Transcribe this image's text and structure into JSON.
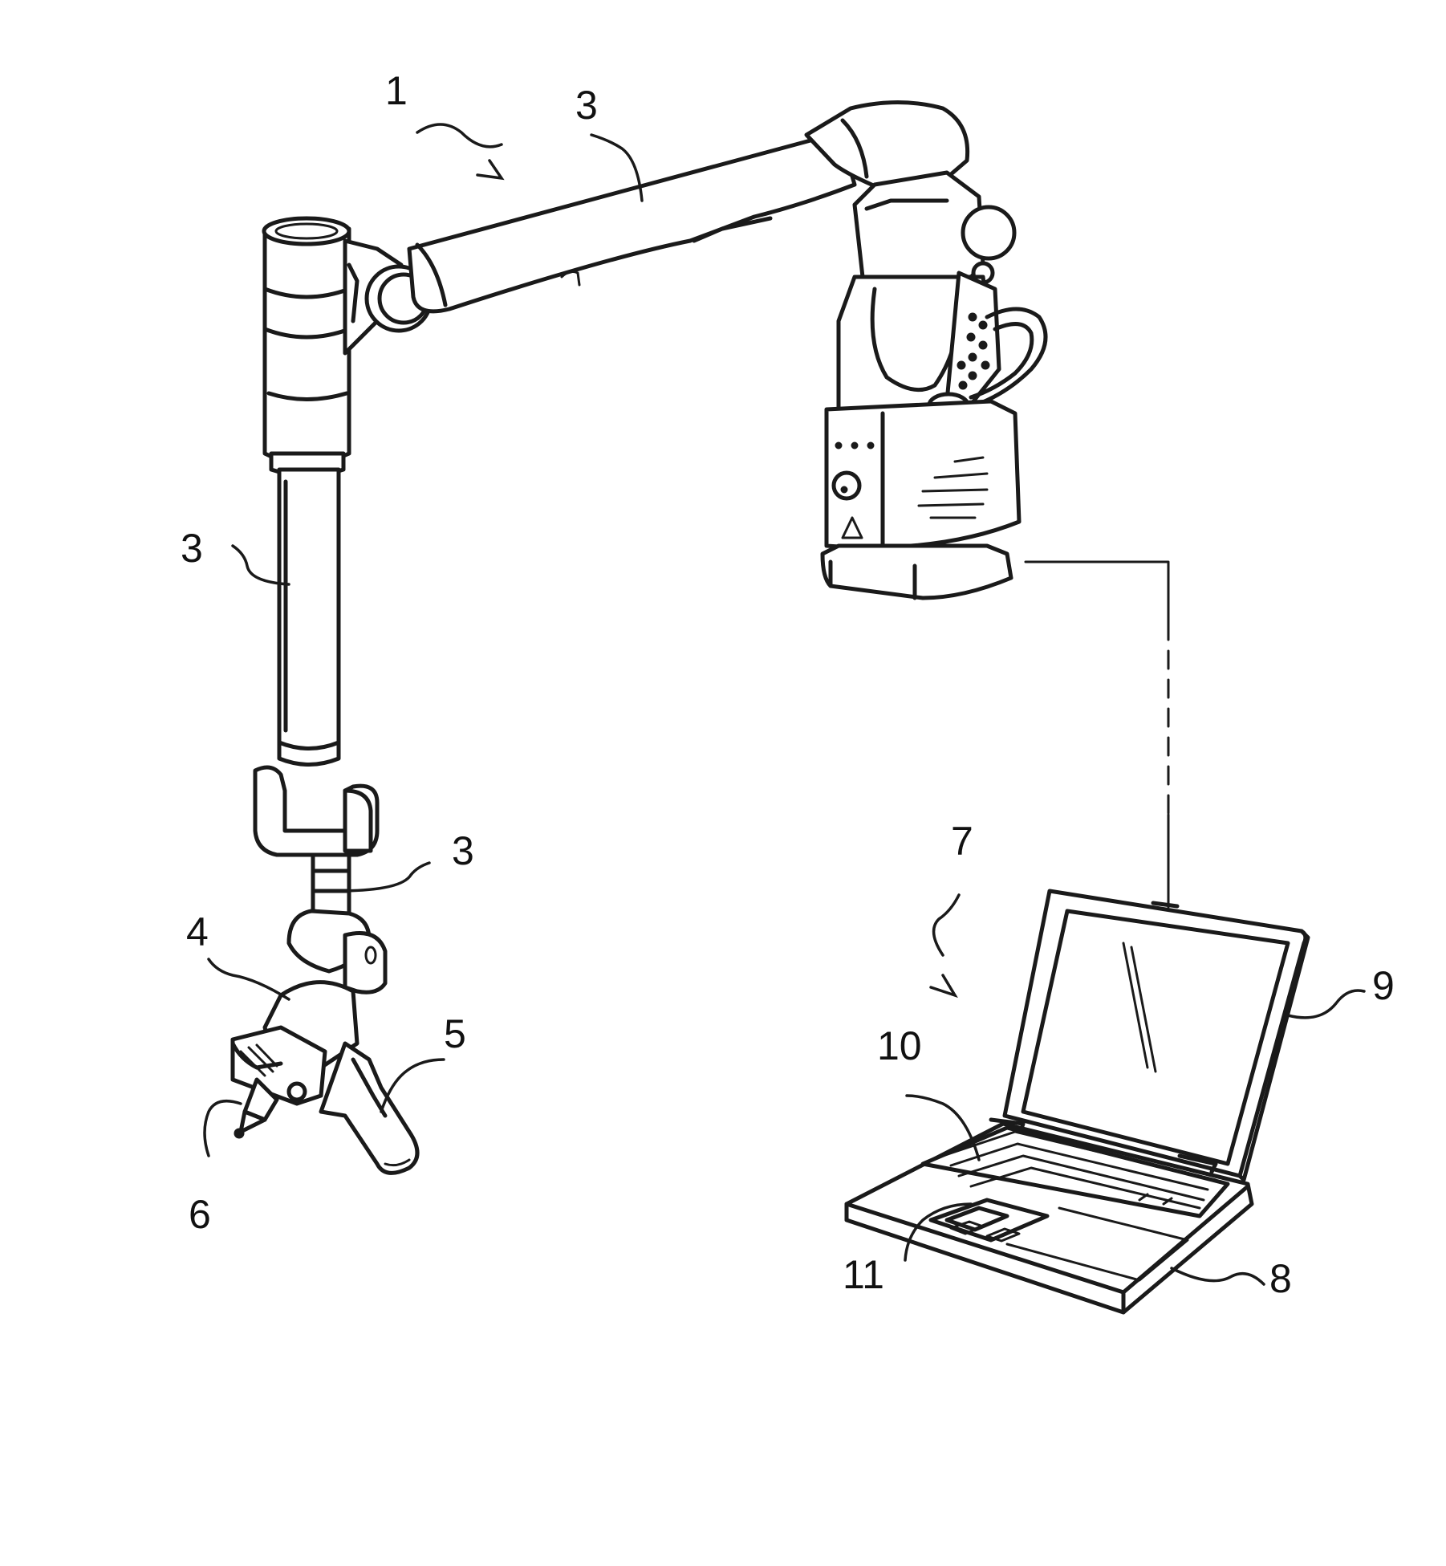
{
  "labels": {
    "arm": "1",
    "segment_upper": "3",
    "segment_vertical": "3",
    "segment_wrist": "3",
    "probe_head": "4",
    "handle": "5",
    "probe_tip": "6",
    "computer": "7",
    "computer_base": "8",
    "computer_screen": "9",
    "keyboard": "10",
    "touchpad": "11"
  },
  "colors": {
    "ink": "#1a1a1a",
    "background": "#ffffff"
  }
}
